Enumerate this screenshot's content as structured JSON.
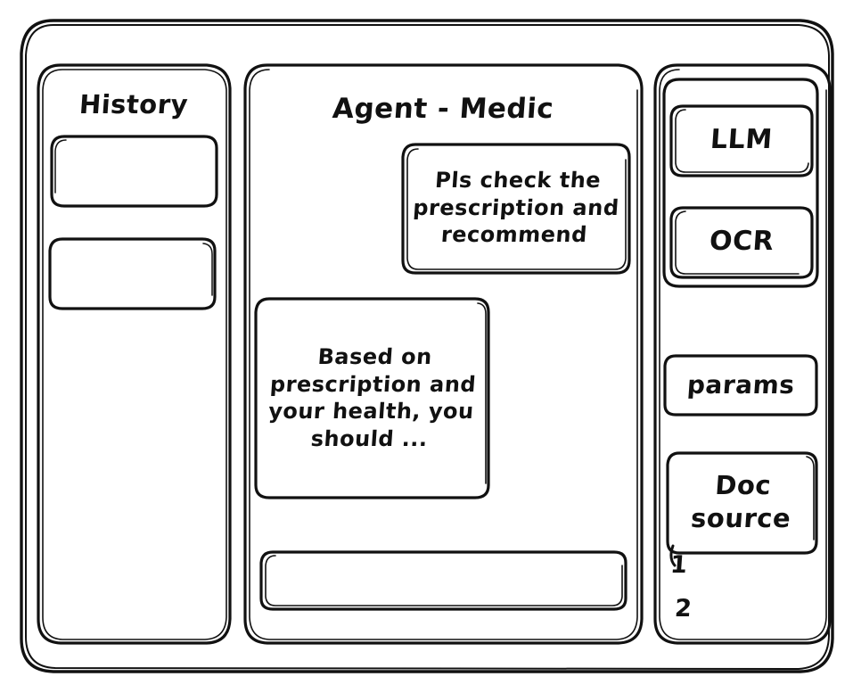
{
  "window": {
    "frame_label": "app-window"
  },
  "sidebar": {
    "title": "History",
    "items": [
      {
        "label": ""
      },
      {
        "label": ""
      }
    ]
  },
  "main": {
    "title": "Agent - Medic",
    "messages": [
      {
        "role": "user",
        "text": "Pls check the prescription and recommend"
      },
      {
        "role": "assistant",
        "text": "Based on prescription and your health, you should ..."
      }
    ],
    "composer": {
      "value": "",
      "placeholder": ""
    }
  },
  "tools": {
    "buttons": [
      {
        "label": "LLM"
      },
      {
        "label": "OCR"
      }
    ],
    "params_label": "params",
    "doc_source_label": "Doc source",
    "doc_sources": [
      {
        "label": "1"
      },
      {
        "label": "2"
      }
    ]
  },
  "colors": {
    "ink": "#111111",
    "paper": "#ffffff"
  }
}
